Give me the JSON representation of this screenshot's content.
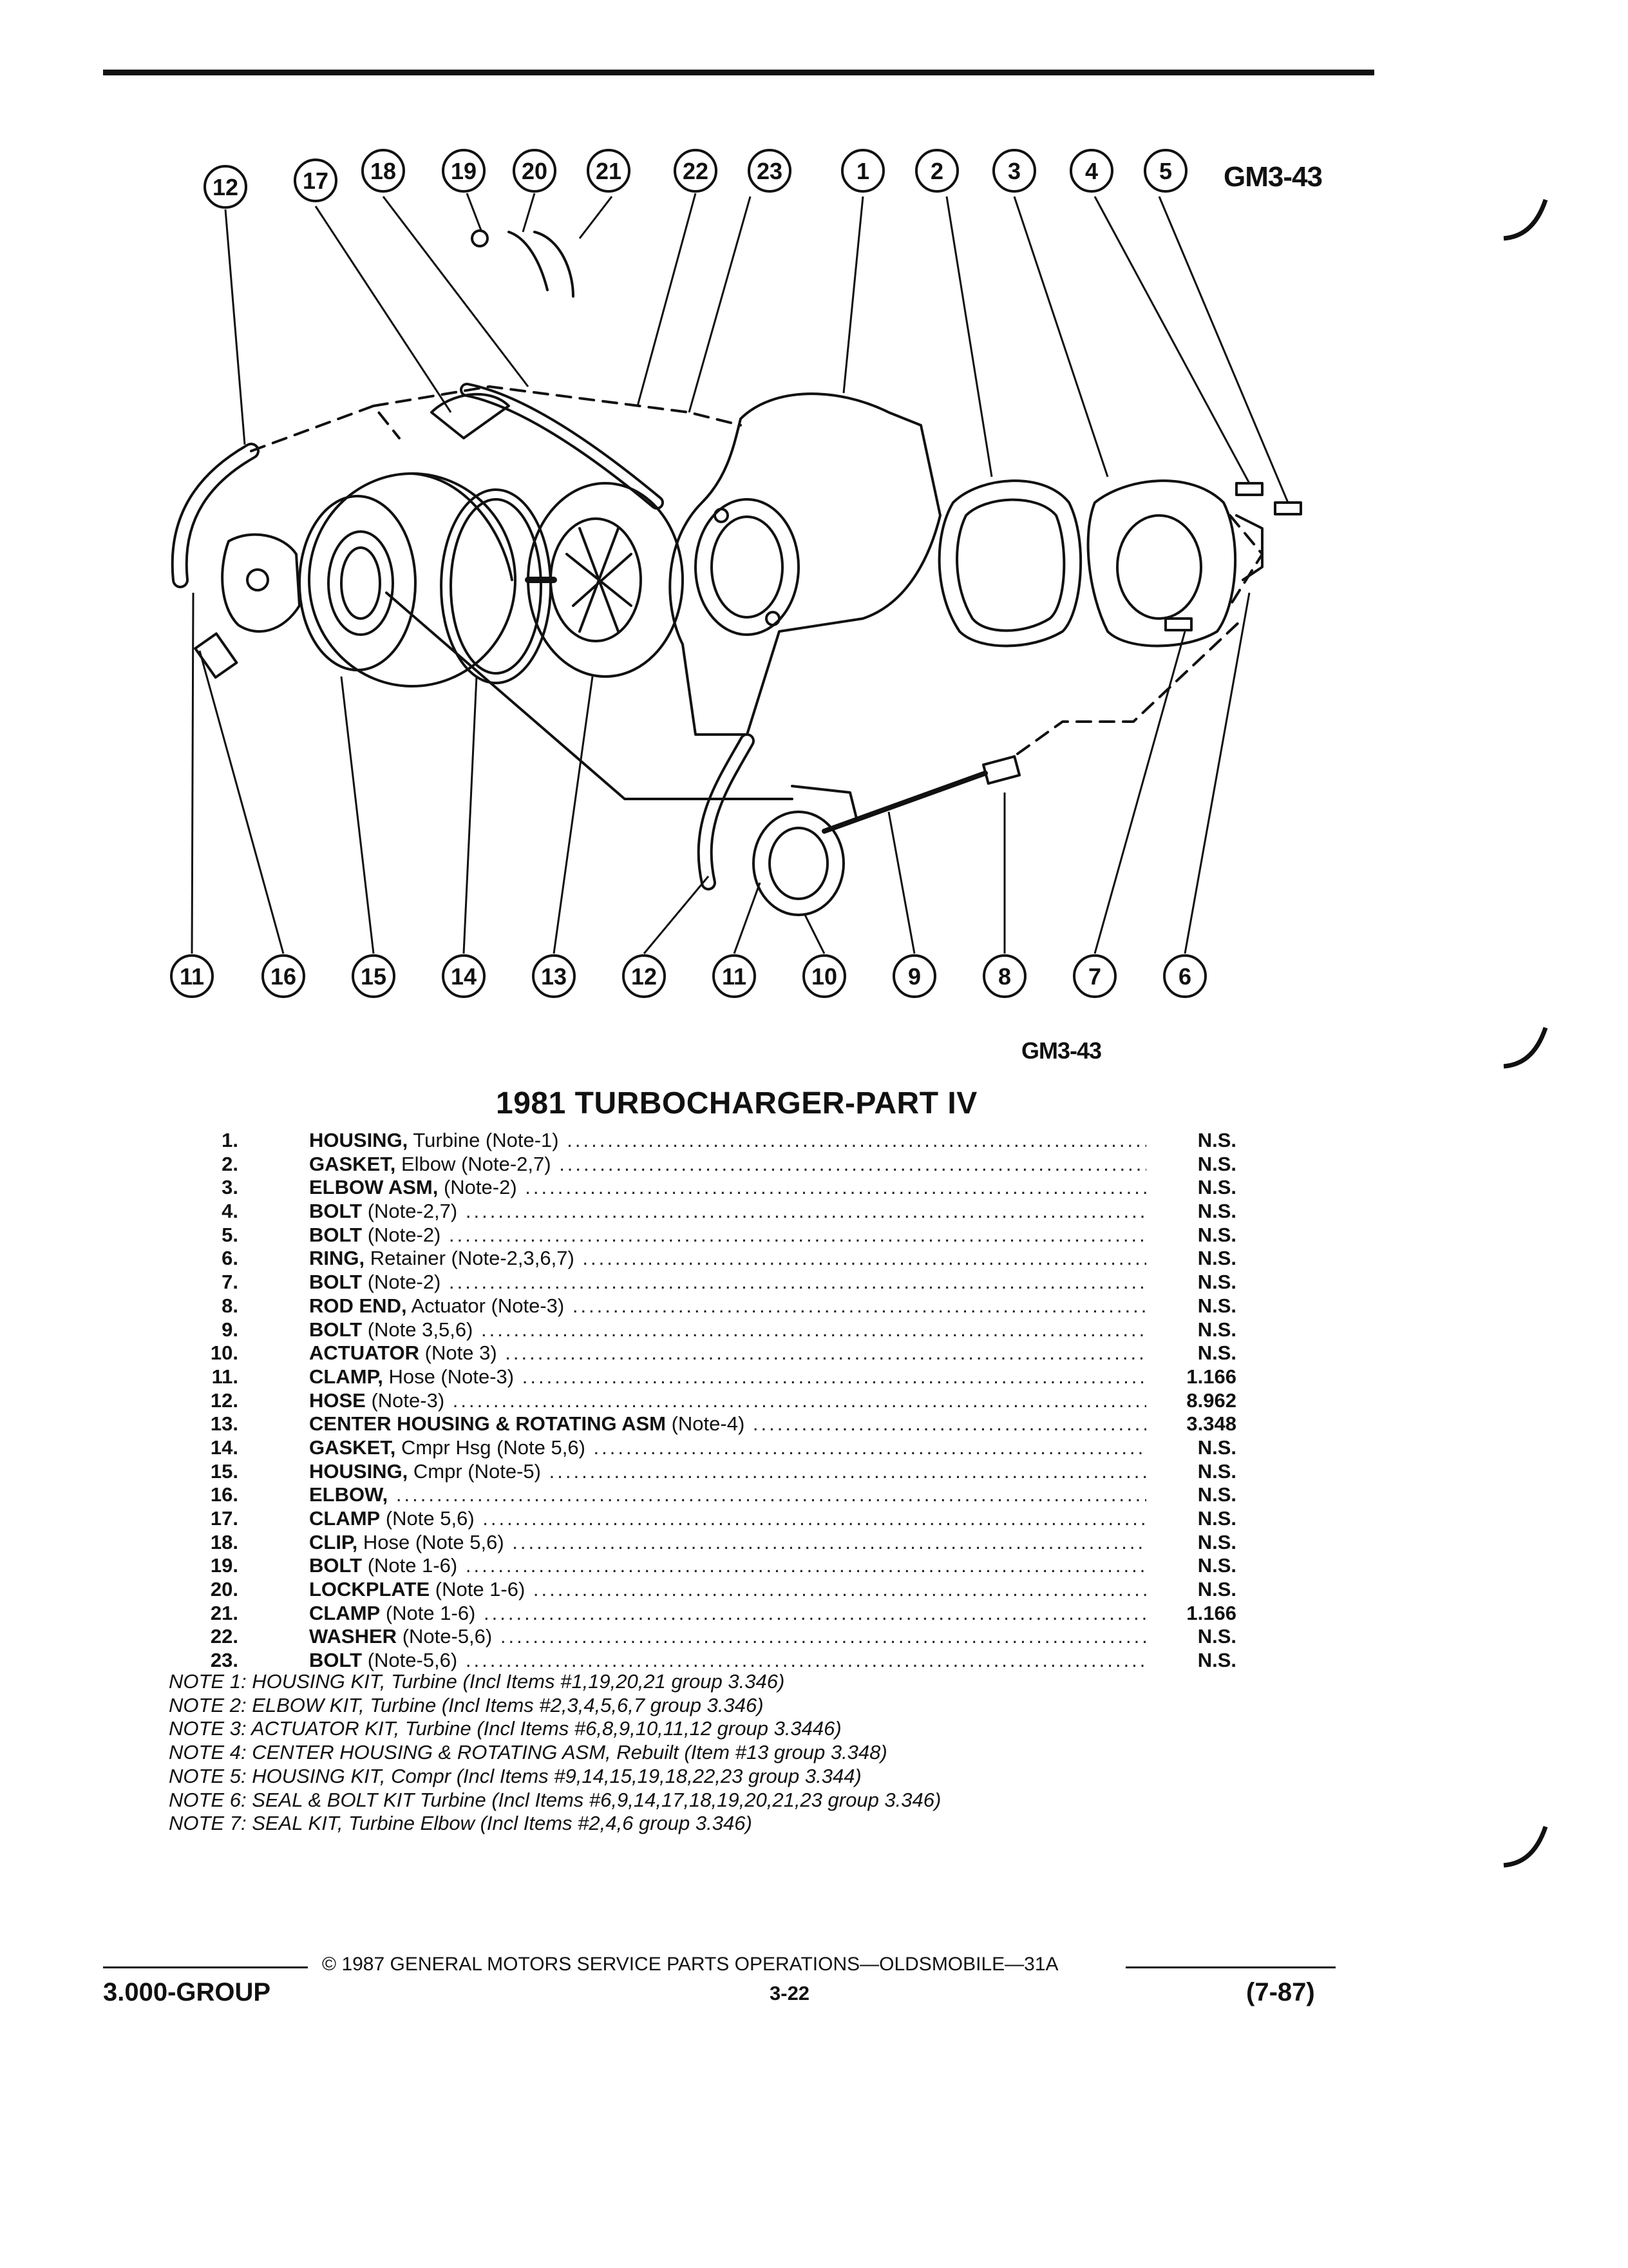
{
  "figure_code": "GM3-43",
  "callouts_top": [
    "12",
    "17",
    "18",
    "19",
    "20",
    "21",
    "22",
    "23",
    "1",
    "2",
    "3",
    "4",
    "5"
  ],
  "callouts_bottom": [
    "11",
    "16",
    "15",
    "14",
    "13",
    "12",
    "11",
    "10",
    "9",
    "8",
    "7",
    "6"
  ],
  "title": "1981 TURBOCHARGER-PART IV",
  "parts": [
    {
      "num": "1.",
      "bold": "HOUSING,",
      "rest": " Turbine (Note-1)",
      "price": "N.S."
    },
    {
      "num": "2.",
      "bold": "GASKET,",
      "rest": " Elbow (Note-2,7)",
      "price": "N.S."
    },
    {
      "num": "3.",
      "bold": "ELBOW ASM,",
      "rest": " (Note-2)",
      "price": "N.S."
    },
    {
      "num": "4.",
      "bold": "BOLT",
      "rest": " (Note-2,7)",
      "price": "N.S."
    },
    {
      "num": "5.",
      "bold": "BOLT",
      "rest": " (Note-2)",
      "price": "N.S."
    },
    {
      "num": "6.",
      "bold": "RING,",
      "rest": " Retainer (Note-2,3,6,7)",
      "price": "N.S."
    },
    {
      "num": "7.",
      "bold": "BOLT",
      "rest": " (Note-2)",
      "price": "N.S."
    },
    {
      "num": "8.",
      "bold": "ROD END,",
      "rest": " Actuator (Note-3)",
      "price": "N.S."
    },
    {
      "num": "9.",
      "bold": "BOLT",
      "rest": " (Note 3,5,6)",
      "price": "N.S."
    },
    {
      "num": "10.",
      "bold": "ACTUATOR",
      "rest": " (Note 3)",
      "price": "N.S."
    },
    {
      "num": "11.",
      "bold": "CLAMP,",
      "rest": " Hose (Note-3)",
      "price": "1.166"
    },
    {
      "num": "12.",
      "bold": "HOSE",
      "rest": " (Note-3)",
      "price": "8.962"
    },
    {
      "num": "13.",
      "bold": "CENTER HOUSING & ROTATING ASM",
      "rest": " (Note-4)",
      "price": "3.348"
    },
    {
      "num": "14.",
      "bold": "GASKET,",
      "rest": " Cmpr Hsg (Note 5,6)",
      "price": "N.S."
    },
    {
      "num": "15.",
      "bold": "HOUSING,",
      "rest": " Cmpr (Note-5)",
      "price": "N.S."
    },
    {
      "num": "16.",
      "bold": "ELBOW,",
      "rest": "",
      "price": "N.S."
    },
    {
      "num": "17.",
      "bold": "CLAMP",
      "rest": " (Note 5,6)",
      "price": "N.S."
    },
    {
      "num": "18.",
      "bold": "CLIP,",
      "rest": " Hose (Note 5,6)",
      "price": "N.S."
    },
    {
      "num": "19.",
      "bold": "BOLT",
      "rest": " (Note 1-6)",
      "price": "N.S."
    },
    {
      "num": "20.",
      "bold": "LOCKPLATE",
      "rest": " (Note 1-6)",
      "price": "N.S."
    },
    {
      "num": "21.",
      "bold": "CLAMP",
      "rest": " (Note 1-6)",
      "price": "1.166"
    },
    {
      "num": "22.",
      "bold": "WASHER",
      "rest": " (Note-5,6)",
      "price": "N.S."
    },
    {
      "num": "23.",
      "bold": "BOLT",
      "rest": " (Note-5,6)",
      "price": "N.S."
    }
  ],
  "notes": [
    "NOTE 1: HOUSING KIT, Turbine (Incl Items #1,19,20,21 group 3.346)",
    "NOTE 2: ELBOW KIT, Turbine (Incl Items #2,3,4,5,6,7 group 3.346)",
    "NOTE 3: ACTUATOR KIT, Turbine (Incl Items #6,8,9,10,11,12 group 3.3446)",
    "NOTE 4: CENTER HOUSING & ROTATING ASM, Rebuilt (Item #13 group 3.348)",
    "NOTE 5: HOUSING KIT, Compr (Incl Items #9,14,15,19,18,22,23 group 3.344)",
    "NOTE 6: SEAL & BOLT KIT Turbine (Incl Items #6,9,14,17,18,19,20,21,23 group 3.346)",
    "NOTE 7: SEAL KIT, Turbine Elbow (Incl Items #2,4,6 group 3.346)"
  ],
  "footer": {
    "copyright": "© 1987 GENERAL MOTORS SERVICE PARTS OPERATIONS—OLDSMOBILE—31A",
    "group": "3.000-GROUP",
    "page": "3-22",
    "date": "(7-87)"
  }
}
